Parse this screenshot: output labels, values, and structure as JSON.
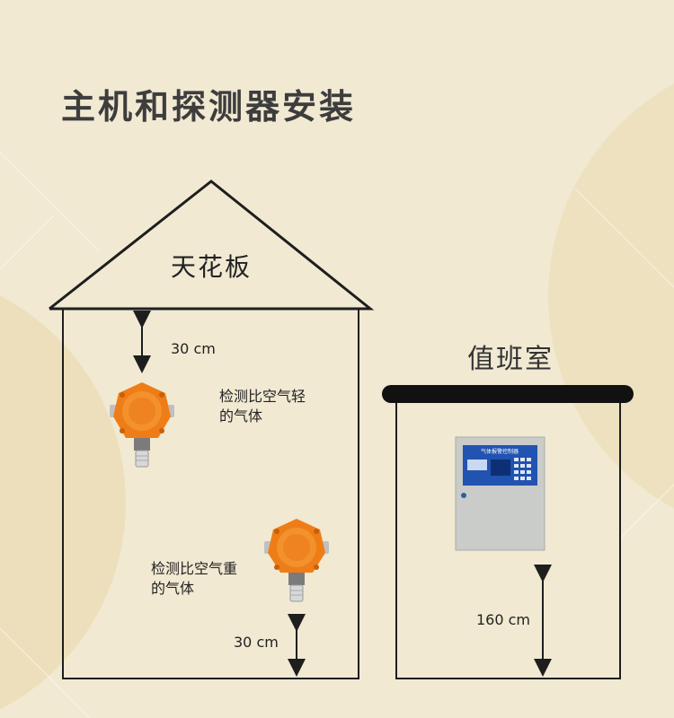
{
  "title": "主机和探测器安装",
  "labels": {
    "ceiling": "天花板",
    "duty_room": "值班室",
    "light_gas_note": "检测比空气轻的气体",
    "heavy_gas_note": "检测比空气重的气体",
    "panel_title": "气体报警控制器"
  },
  "dimensions": {
    "top_gap": "30 cm",
    "bottom_gap": "30 cm",
    "panel_height": "160 cm"
  },
  "colors": {
    "background": "#f1e9d2",
    "detector": "#ef7d17",
    "panel_body": "#c9ccc9",
    "panel_screen": "#2153b0",
    "line": "#222222"
  }
}
